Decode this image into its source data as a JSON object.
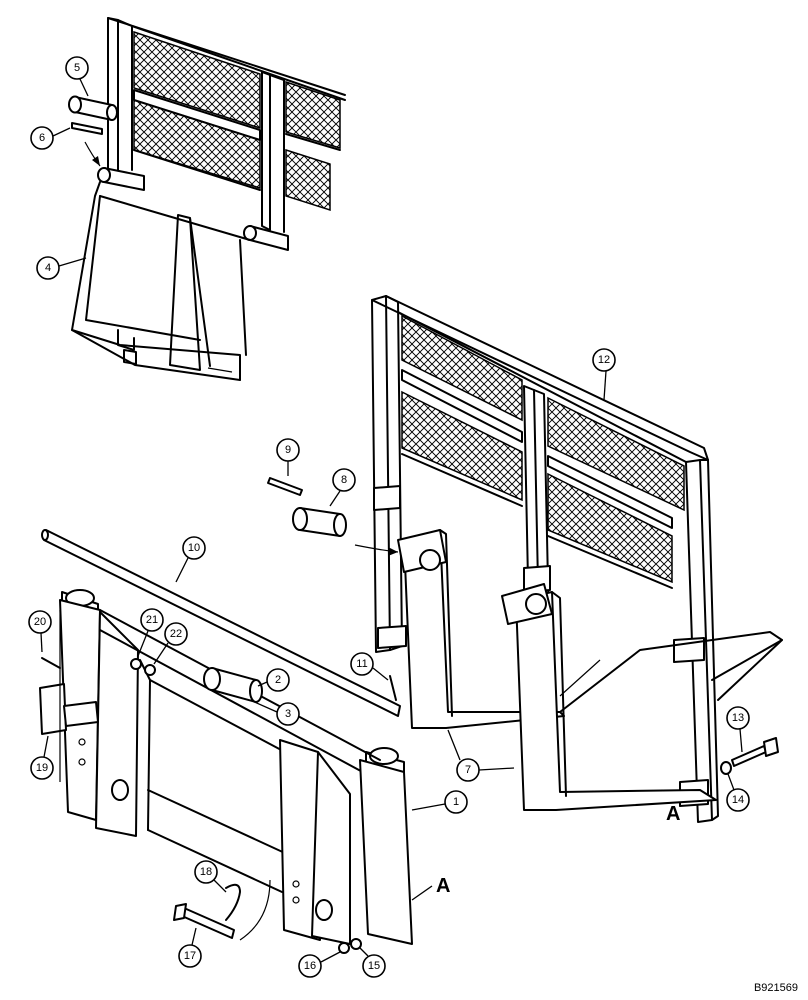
{
  "callouts": {
    "c1": "1",
    "c2": "2",
    "c3": "3",
    "c4": "4",
    "c5": "5",
    "c6": "6",
    "c7": "7",
    "c8": "8",
    "c9": "9",
    "c10": "10",
    "c11": "11",
    "c12": "12",
    "c13": "13",
    "c14": "14",
    "c15": "15",
    "c16": "16",
    "c17": "17",
    "c18": "18",
    "c19": "19",
    "c20": "20",
    "c21": "21",
    "c22": "22"
  },
  "section_labels": {
    "a1": "A",
    "a2": "A"
  },
  "reference_code": "B921569"
}
